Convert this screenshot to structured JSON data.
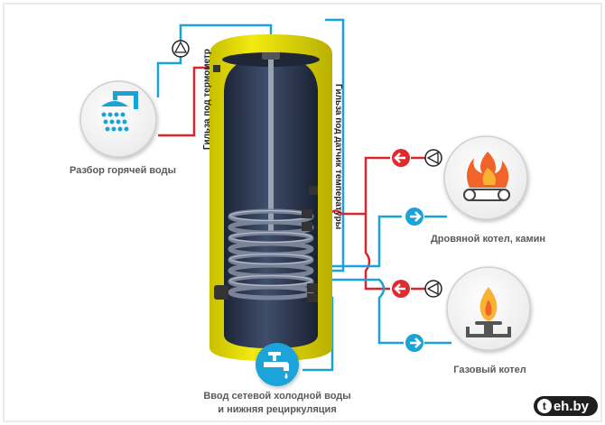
{
  "labels": {
    "hot_water": "Разбор горячей воды",
    "wood_boiler": "Дровяной котел, камин",
    "gas_boiler": "Газовый котел",
    "cold_in_line1": "Ввод  сетевой холодной воды",
    "cold_in_line2": "и нижняя рециркуляция",
    "thermometer_sleeve": "Гильза под термометр",
    "sensor_sleeve": "Гильза под датчик температуры"
  },
  "watermark": {
    "prefix": "t",
    "rest": "eh.by"
  },
  "colors": {
    "hot_pipe": "#d7262e",
    "cold_pipe": "#1aa3d9",
    "tank_shell": "#e8e000",
    "tank_inner": "#2e3b55",
    "arrow_red": "#e12a2f",
    "arrow_blue": "#1aa3d9"
  },
  "icons": [
    "shower-icon",
    "pump-icon",
    "fire-wood-icon",
    "gas-flame-icon",
    "faucet-icon",
    "arrow-left-icon",
    "arrow-right-icon"
  ]
}
